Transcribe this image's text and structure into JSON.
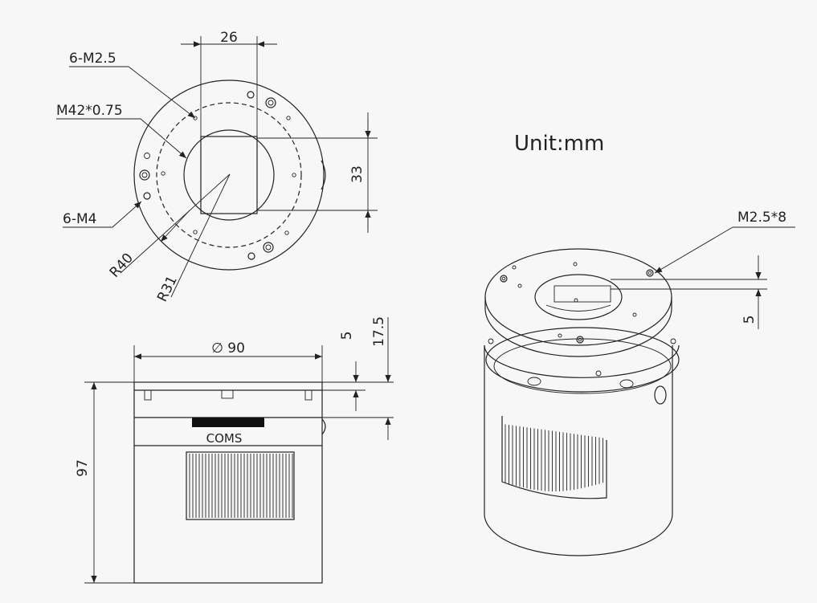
{
  "unit_label": "Unit:mm",
  "labels": {
    "six_m25": "6-M2.5",
    "m42": "M42*0.75",
    "six_m4": "6-M4",
    "r40": "R40",
    "r31": "R31",
    "w26": "26",
    "h33": "33",
    "dia90": "∅ 90",
    "h97": "97",
    "five_side": "5",
    "h175": "17.5",
    "coms": "COMS",
    "m25x8": "M2.5*8",
    "five_iso": "5"
  },
  "colors": {
    "background": "#f7f7f7",
    "line": "#222222",
    "sensor_bar": "#111111"
  }
}
